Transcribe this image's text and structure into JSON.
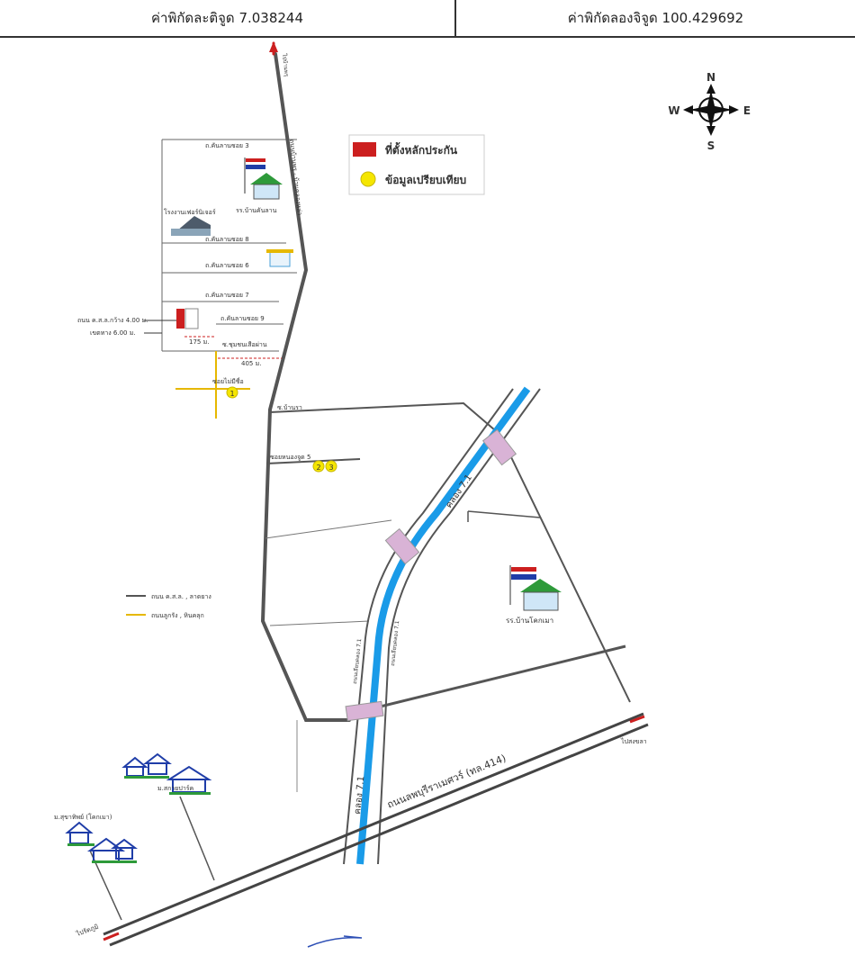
{
  "header": {
    "latitude": "ค่าพิกัดละติจูด 7.038244",
    "longitude": "ค่าพิกัดลองจิจูด 100.429692"
  },
  "compass": {
    "n": "N",
    "s": "S",
    "e": "E",
    "w": "W"
  },
  "legend_top": {
    "collateral": "ที่ตั้งหลักประกัน",
    "comparable": "ข้อมูลเปรียบเทียบ",
    "collateral_color": "#cc1f1f",
    "comparable_color": "#f5e600"
  },
  "legend_roads": {
    "paved": "ถนน ค.ส.ล. , ลาดยาง",
    "gravel": "ถนนลูกรัง , หินคลุก",
    "paved_color": "#555555",
    "gravel_color": "#e6b800"
  },
  "labels": {
    "soi3": "ถ.คันลานซอย 3",
    "school_top": "รร.บ้านคันลาน",
    "factory": "โรงงานเฟอร์นิเจอร์",
    "soi8": "ถ.คันลานซอย 8",
    "soi6": "ถ.คันลานซอย 6",
    "soi7": "ถ.คันลานซอย 7",
    "soi9": "ถ.คันลานซอย 9",
    "road_width": "ถนน ค.ส.ล.กว้าง 4.00 ม.",
    "setback": "เขตทาง 6.00 ม.",
    "dist_175": "175 ม.",
    "dist_405": "405 ม.",
    "chum_chon": "ซ.ชุมชนเสือผ่าน",
    "unnamed_soi": "ซอยไม่มีชื่อ",
    "ban_ra": "ซ.บ้านรา",
    "nong_sukhon": "ซอยหนองจูด 5",
    "main_road_vertical": "ถนนบ้านพรุ - บ้านคลองหล่า",
    "to_top": "ไปบ้านพรุ",
    "canal": "คลอง 7.1",
    "canal_lower": "คลอง 7.1",
    "canal_road_left": "ถนนเลียบคลอง 7.1",
    "canal_road_right": "ถนนเลียบคลอง 7.1",
    "school_right": "รร.บ้านโคกเมา",
    "highway": "ถนนลพบุรีราเมศวร์ (ทล.414)",
    "to_songkhla": "ไปสงขลา",
    "to_rattaphum": "ไปรัตภูมิ",
    "village_top": "ม.สกายปาร์ค",
    "village_left": "ม.สุขาทิพย์ (โคกเมา)",
    "comp1": "1",
    "comp2": "2",
    "comp3": "3"
  }
}
